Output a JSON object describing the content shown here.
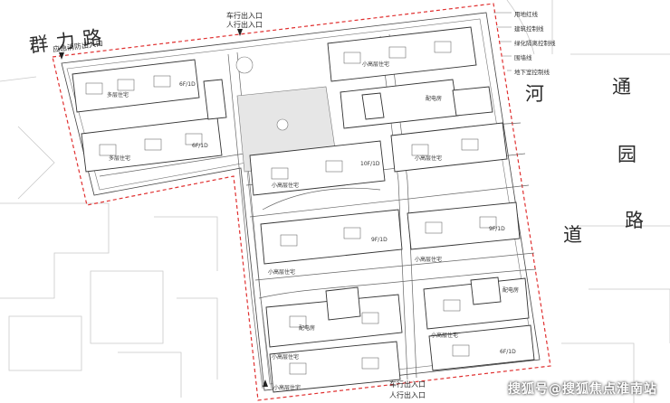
{
  "roads": {
    "qunli": "群 力 路",
    "tongyuan_he": "河",
    "tongyuan_tong": "通",
    "tongyuan_yuan": "园",
    "tongyuan_dao": "道",
    "tongyuan_lu": "路"
  },
  "entrances": {
    "top_vehicle": "车行出入口",
    "top_pedestrian": "人行出入口",
    "emergency": "应急消防出入口",
    "bottom_vehicle": "车行出入口",
    "bottom_pedestrian": "人行出入口"
  },
  "buildings": {
    "b1": "多层住宅",
    "b2": "多层住宅",
    "b3": "小高层住宅",
    "b4": "小高层住宅",
    "b5": "小高层住宅",
    "b6": "小高层住宅",
    "b7": "小高层住宅",
    "b8": "小高层住宅",
    "b9": "小高层住宅",
    "b10": "小高层住宅",
    "pd1": "配电房",
    "pd2": "配电房",
    "pd3": "配电房",
    "floors_a": "6F/1D",
    "floors_b": "6F/1D",
    "floors_c": "10F/1D",
    "floors_d": "9F/1D",
    "floors_e": "9F/1D",
    "floors_f": "6F/1D"
  },
  "legend": {
    "l1": "用地红线",
    "l2": "建筑控制线",
    "l3": "绿化隔离控制线",
    "l4": "围墙线",
    "l5": "地下室控制线"
  },
  "watermark": "搜狐号@搜狐焦点淮南站"
}
